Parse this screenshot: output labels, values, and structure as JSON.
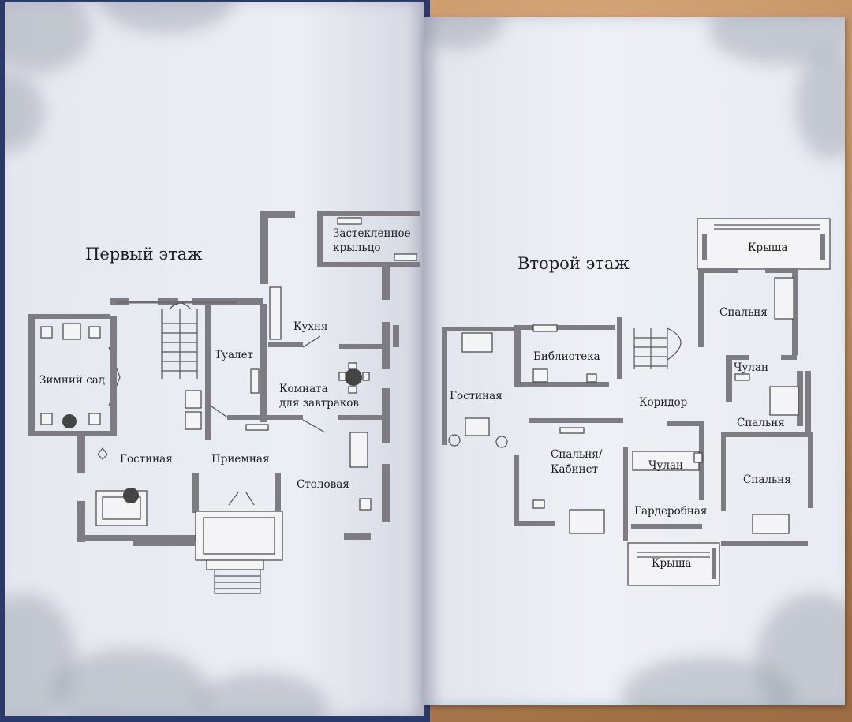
{
  "left_page": {
    "title": "Первый этаж",
    "rooms": {
      "winter_garden": "Зимний сад",
      "toilet": "Туалет",
      "kitchen": "Кухня",
      "glazed_porch_1": "Застекленное",
      "glazed_porch_2": "крыльцо",
      "breakfast_room_1": "Комната",
      "breakfast_room_2": "для завтраков",
      "living_room": "Гостиная",
      "reception": "Приемная",
      "dining_room": "Столовая"
    }
  },
  "right_page": {
    "title": "Второй этаж",
    "rooms": {
      "roof_top": "Крыша",
      "bedroom_1": "Спальня",
      "closet_1": "Чулан",
      "library": "Библиотека",
      "living_room": "Гостиная",
      "corridor": "Коридор",
      "bedroom_2": "Спальня",
      "bedroom_study_1": "Спальня/",
      "bedroom_study_2": "Кабинет",
      "closet_2": "Чулан",
      "bedroom_3": "Спальня",
      "wardrobe": "Гардеробная",
      "roof_bottom": "Крыша"
    }
  },
  "colors": {
    "wall": "#7a7a80",
    "paper": "#e9eaf2",
    "ink": "#1c1c22"
  }
}
